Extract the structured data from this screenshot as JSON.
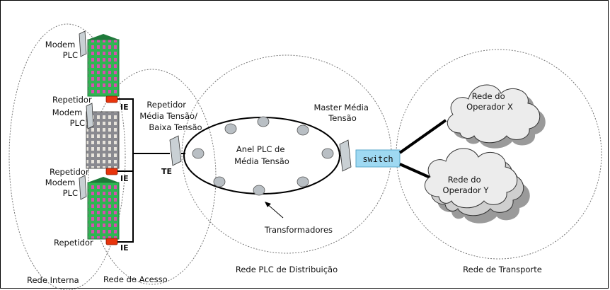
{
  "labels": {
    "modem_1": [
      "Modem",
      "PLC"
    ],
    "modem_2": [
      "Modem",
      "PLC"
    ],
    "modem_3": [
      "Modem",
      "PLC"
    ],
    "repetidor_1": "Repetidor",
    "repetidor_2": "Repetidor",
    "repetidor_3": "Repetidor",
    "ie_1": "IE",
    "ie_2": "IE",
    "ie_3": "IE",
    "te": "TE",
    "repetidor_mt": [
      "Repetidor",
      "Média Tensão/",
      "Baixa Tensão"
    ],
    "anel": [
      "Anel PLC de",
      "Média Tensão"
    ],
    "master": [
      "Master Média",
      "Tensão"
    ],
    "switch": "switch",
    "operador_x": [
      "Rede do",
      "Operador X"
    ],
    "operador_y": [
      "Rede do",
      "Operador Y"
    ],
    "transformadores": "Transformadores",
    "zone_interna": "Rede Interna",
    "zone_acesso": "Rede de Acesso",
    "zone_distribuicao": "Rede PLC de Distribuição",
    "zone_transporte": "Rede de Transporte"
  },
  "colors": {
    "switch_fill": "#9fd9f2",
    "repeater": "#e8340c",
    "building_green": "#2fb552",
    "building_gray": "#7a7a82",
    "cloud": "#ececec"
  }
}
